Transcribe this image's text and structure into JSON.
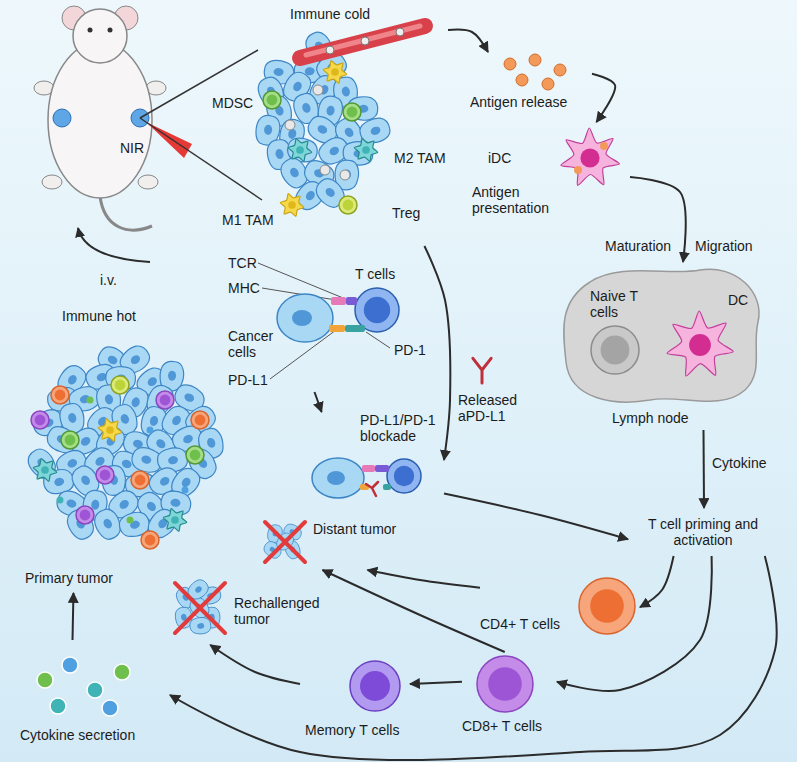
{
  "diagram": {
    "nodes": [
      {
        "text": [
          "Immune cold",
          "MDSC",
          "M2 TAM",
          "M1 TAM",
          "Treg"
        ]
      },
      {
        "text": [
          "Antigen release"
        ]
      },
      {
        "text": [
          "iDC",
          "Antigen presentation"
        ]
      },
      {
        "text": [
          "Lymph node"
        ]
      },
      {
        "text": [
          "Naive T cells"
        ],
        "in": 3
      },
      {
        "text": [
          "DC"
        ],
        "in": 3
      },
      {
        "text": [
          "T cell priming and activation"
        ]
      },
      {
        "text": [
          "TCR",
          "MHC",
          "T cells",
          "Cancer cells",
          "PD-1",
          "PD-L1"
        ]
      },
      {
        "text": [
          "PD-L1/PD-1 blockade"
        ]
      },
      {
        "text": [
          "Immune hot",
          "Primary tumor"
        ]
      },
      {
        "text": [
          "Distant tumor"
        ]
      },
      {
        "text": [
          "Rechallenged tumor"
        ]
      },
      {
        "text": [
          "CD4+ T cells"
        ]
      },
      {
        "text": [
          "CD8+ T cells"
        ]
      },
      {
        "text": [
          "Memory T cells"
        ]
      },
      {
        "text": [
          "Cytokine secretion"
        ]
      }
    ],
    "edges": [
      {
        "from": 0,
        "to": 1,
        "arrow": "to"
      },
      {
        "from": 1,
        "to": 2,
        "arrow": "to"
      },
      {
        "from": 2,
        "to": 3,
        "label": "Maturation",
        "arrow": "to"
      },
      {
        "from": 3,
        "to": 6,
        "label": "Cytokine",
        "arrow": "to"
      },
      {
        "from": 0,
        "to": 8,
        "arrow": "to"
      },
      {
        "from": 7,
        "to": 8,
        "arrow": "to"
      },
      {
        "from": 8,
        "to": 6,
        "arrow": "to"
      },
      {
        "from": 6,
        "to": 12,
        "arrow": "to"
      },
      {
        "from": 6,
        "to": 13,
        "arrow": "to"
      },
      {
        "from": 6,
        "to": 15,
        "arrow": "to"
      },
      {
        "from": 12,
        "to": 10,
        "arrow": "to"
      },
      {
        "from": 13,
        "to": 10,
        "arrow": "to"
      },
      {
        "from": 13,
        "to": 14,
        "arrow": "to"
      },
      {
        "from": 14,
        "to": 11,
        "arrow": "to"
      },
      {
        "from": 15,
        "to": 9,
        "arrow": "to"
      }
    ],
    "labels": [
      "NIR",
      "i.v.",
      "Migration",
      "Released aPD-L1"
    ]
  }
}
